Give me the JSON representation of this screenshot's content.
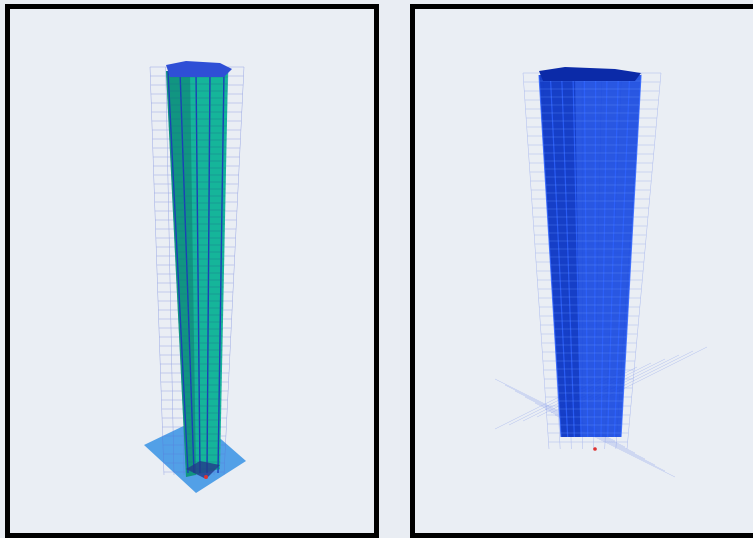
{
  "viewports": [
    {
      "name": "rendered-view",
      "style": "solid",
      "colors": {
        "base": "#4a9be6",
        "body": "#15b59a",
        "body_dark": "#0f7a6d",
        "edge": "#1a3fb8",
        "top": "#2f4fd6",
        "grid": "#5a6fd8"
      }
    },
    {
      "name": "wireframe-view",
      "style": "wire",
      "colors": {
        "body": "#1446e0",
        "body_dark": "#0a2fb5",
        "grid": "#6f88e8",
        "top": "#0b2aa8"
      }
    }
  ],
  "colors": {
    "background": "#eaeef4",
    "frame": "#000000"
  }
}
